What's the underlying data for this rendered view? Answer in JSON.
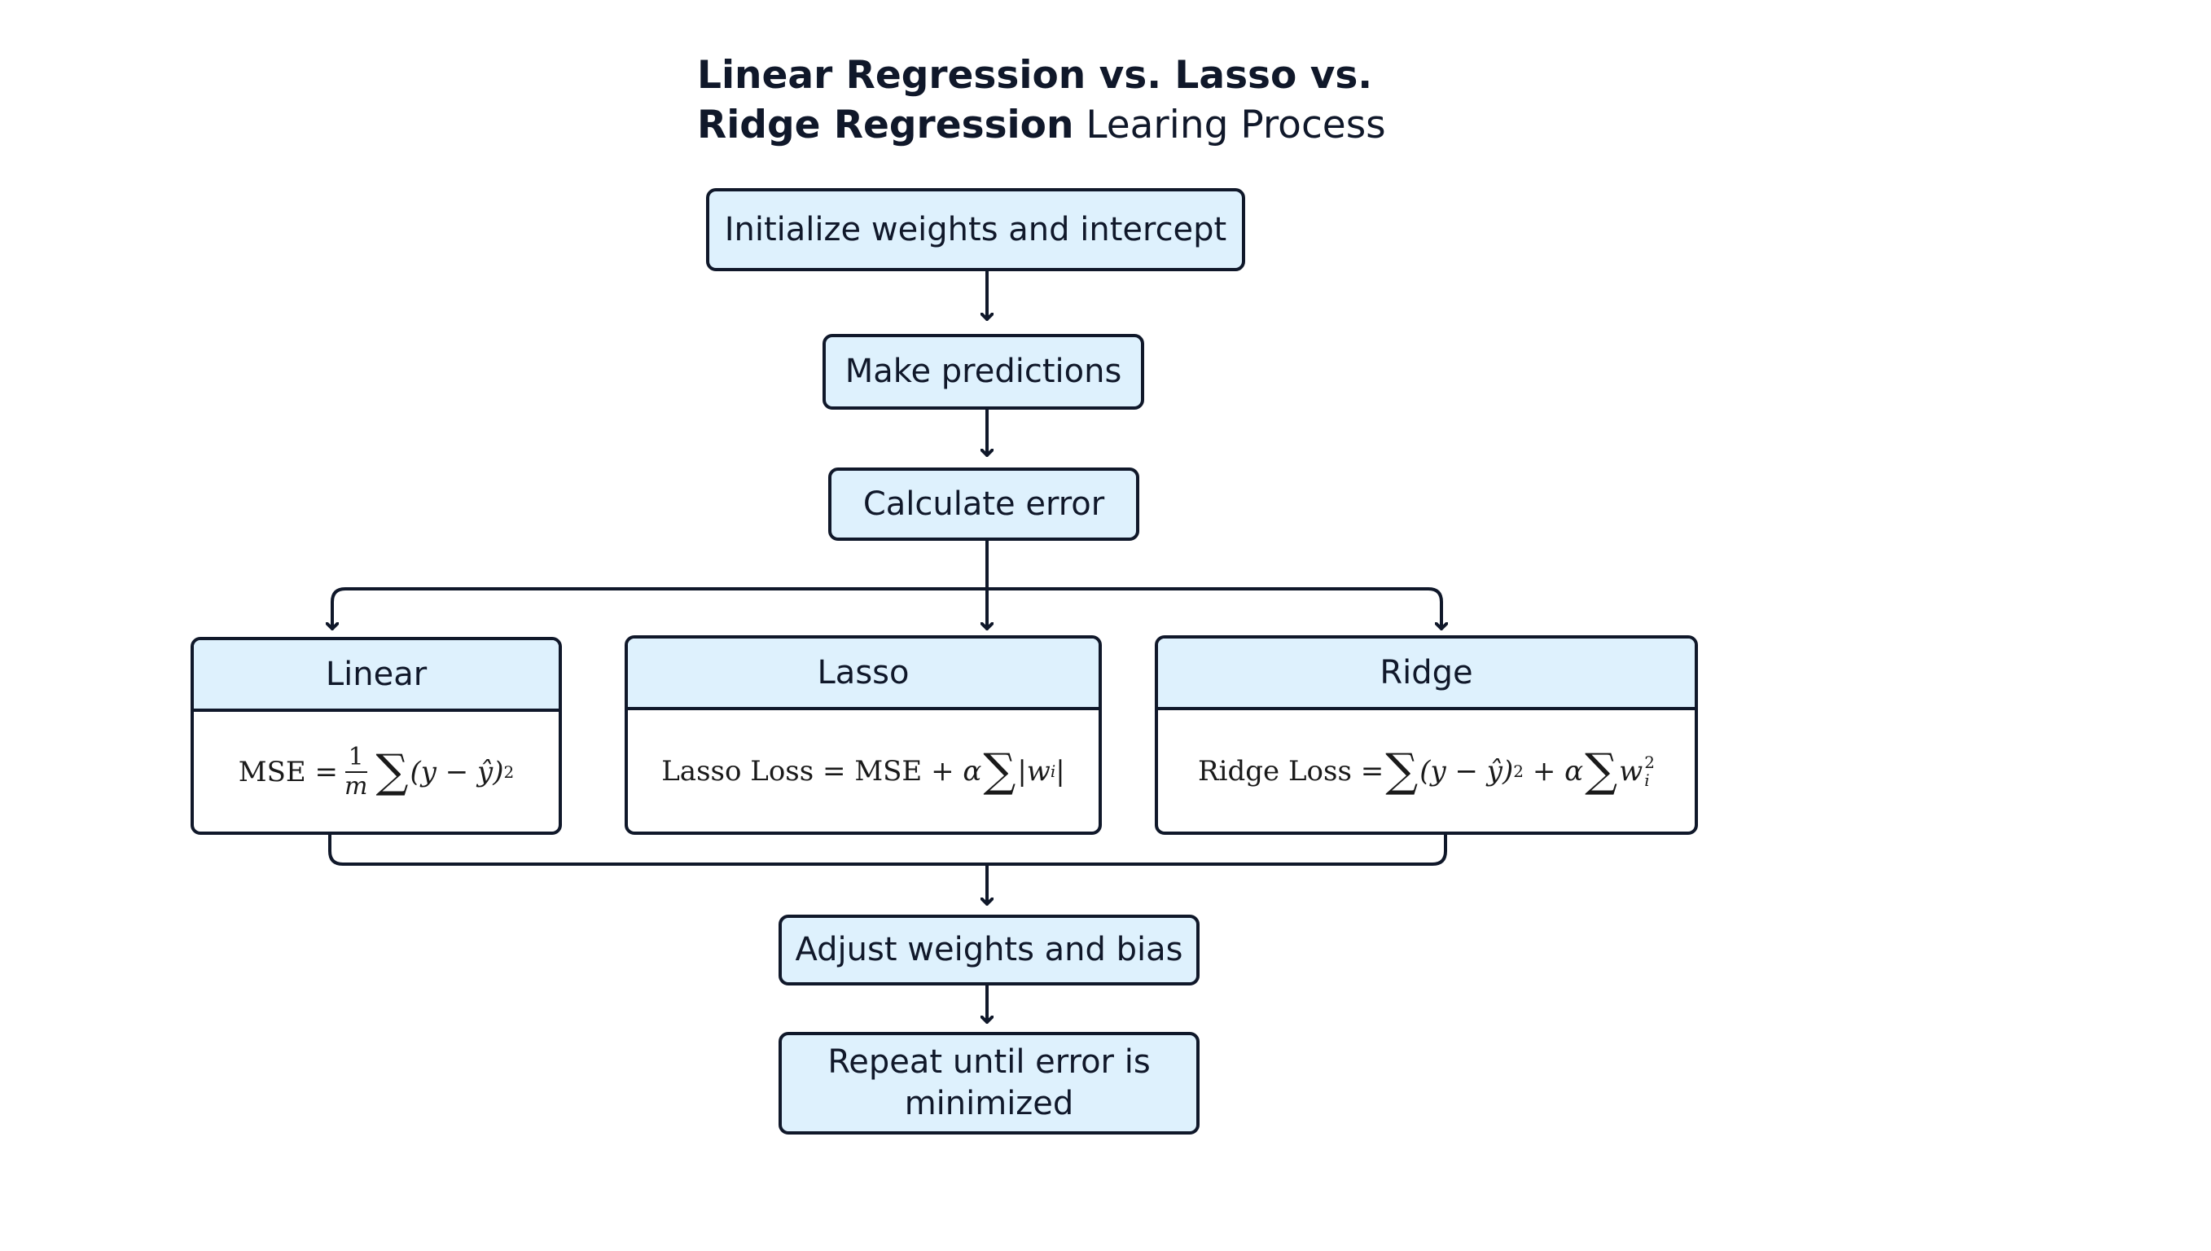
{
  "title": {
    "line1_bold": "Linear Regression vs. Lasso vs.",
    "line2_bold": "Ridge Regression",
    "line2_plain": "Learing Process"
  },
  "steps": {
    "initialize": "Initialize weights and intercept",
    "predict": "Make predictions",
    "error": "Calculate error",
    "adjust": "Adjust weights and bias",
    "repeat": "Repeat until error is minimized"
  },
  "models": {
    "linear": {
      "name": "Linear",
      "lhs": "MSE",
      "eq": "=",
      "frac_num": "1",
      "frac_den": "m",
      "sum": "∑",
      "body": "(y − ŷ)",
      "exp": "2"
    },
    "lasso": {
      "name": "Lasso",
      "lhs": "Lasso Loss",
      "eq": "=",
      "mse": "MSE",
      "plus": "+",
      "alpha": "α",
      "sum": "∑",
      "body": "|w",
      "sub": "i",
      "close": "|"
    },
    "ridge": {
      "name": "Ridge",
      "lhs": "Ridge Loss",
      "eq": "=",
      "sum1": "∑",
      "body": "(y − ŷ)",
      "exp": "2",
      "plus": "+",
      "alpha": "α",
      "sum2": "∑",
      "w": "w",
      "w_sup": "2",
      "w_sub": "i"
    }
  },
  "colors": {
    "box_fill": "#def1fd",
    "stroke": "#10182a"
  }
}
